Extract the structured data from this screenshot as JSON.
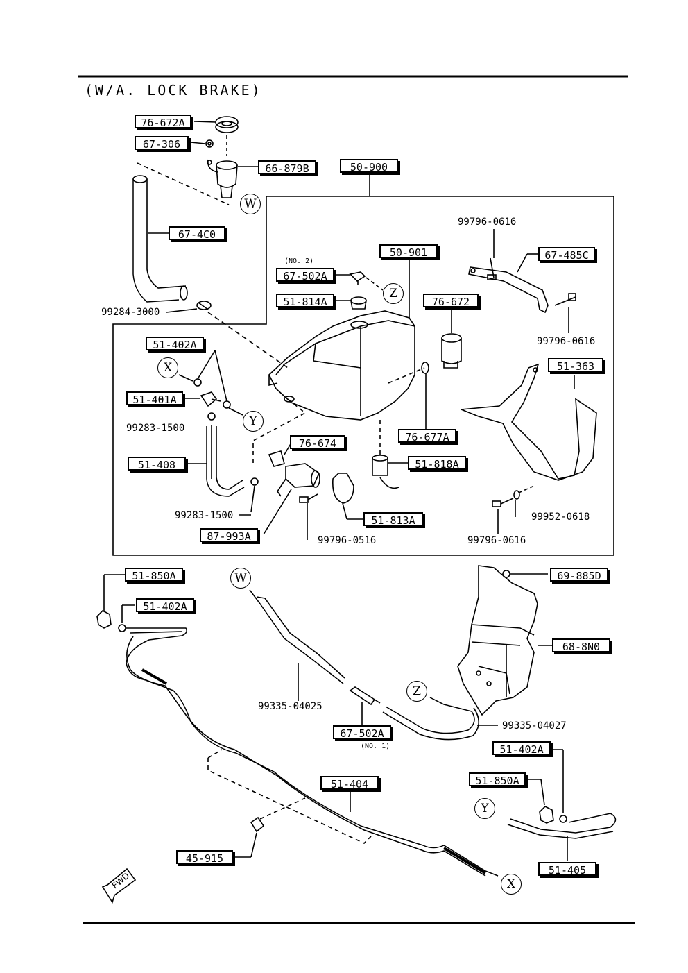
{
  "title": "(W/A. LOCK  BRAKE)",
  "fwd": "FWD",
  "labels": {
    "p76_672A": "76-672A",
    "p67_306": "67-306",
    "p66_879B": "66-879B",
    "p50_900": "50-900",
    "p67_4C0": "67-4C0",
    "p99284_3000": "99284-3000",
    "p99796_0616_a": "99796-0616",
    "p67_485C": "67-485C",
    "p99796_0616_b": "99796-0616",
    "p50_901": "50-901",
    "no2": "(NO. 2)",
    "p67_502A_top": "67-502A",
    "p51_814A": "51-814A",
    "p76_672": "76-672",
    "p51_402A_top": "51-402A",
    "p51_401A": "51-401A",
    "p99283_1500_a": "99283-1500",
    "p51_408": "51-408",
    "p76_674": "76-674",
    "p76_677A": "76-677A",
    "p51_363": "51-363",
    "p51_818A": "51-818A",
    "p99283_1500_b": "99283-1500",
    "p87_993A": "87-993A",
    "p51_813A": "51-813A",
    "p99796_0516": "99796-0516",
    "p99796_0616_c": "99796-0616",
    "p99952_0618": "99952-0618",
    "p51_850A_top": "51-850A",
    "p51_402A_mid": "51-402A",
    "p69_885D": "69-885D",
    "p68_8N0": "68-8N0",
    "p99335_04025": "99335-04025",
    "p99335_04027": "99335-04027",
    "p67_502A_bot": "67-502A",
    "no1": "(NO. 1)",
    "p51_402A_bot": "51-402A",
    "p51_850A_bot": "51-850A",
    "p51_404": "51-404",
    "p45_915": "45-915",
    "p51_405": "51-405"
  },
  "connectors": {
    "w_top": "W",
    "z_top": "Z",
    "x_top": "X",
    "y_top": "Y",
    "w_bot": "W",
    "z_bot": "Z",
    "y_bot": "Y",
    "x_bot": "X"
  }
}
